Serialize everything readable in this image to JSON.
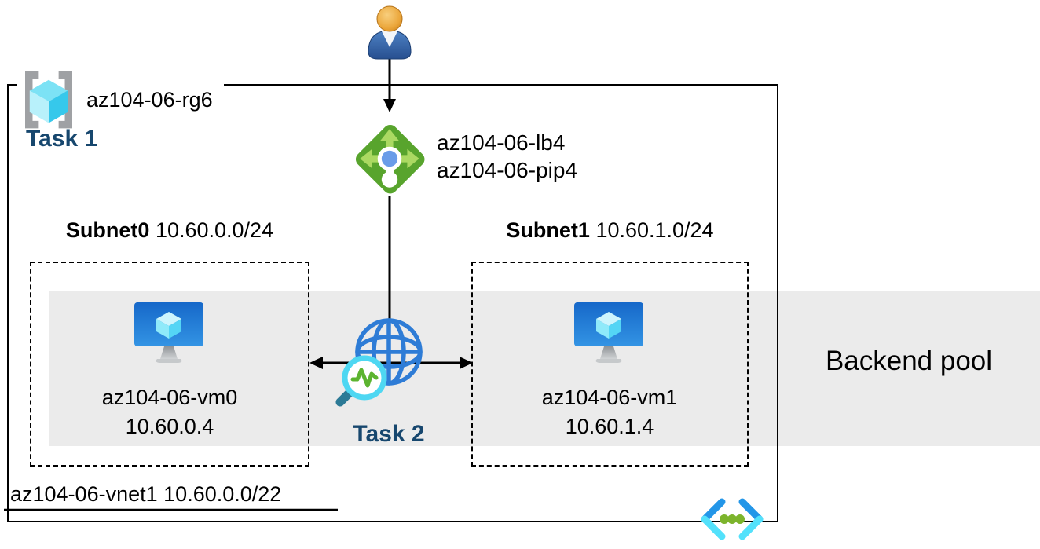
{
  "resource_group": {
    "name": "az104-06-rg6",
    "task": "Task 1"
  },
  "load_balancer": {
    "name": "az104-06-lb4",
    "public_ip_name": "az104-06-pip4"
  },
  "subnets": [
    {
      "name": "Subnet0",
      "cidr": "10.60.0.0/24",
      "vm_name": "az104-06-vm0",
      "vm_ip": "10.60.0.4"
    },
    {
      "name": "Subnet1",
      "cidr": "10.60.1.0/24",
      "vm_name": "az104-06-vm1",
      "vm_ip": "10.60.1.4"
    }
  ],
  "task2": "Task 2",
  "backend_pool": "Backend pool",
  "vnet": {
    "name": "az104-06-vnet1",
    "cidr": "10.60.0.0/22"
  },
  "icons": {
    "user": "user-person-icon",
    "resource_group": "resource-group-brackets-cube-icon",
    "load_balancer": "load-balancer-diamond-icon",
    "vm": "virtual-machine-monitor-icon",
    "task2": "globe-with-monitor-magnifier-icon",
    "vnet": "virtual-network-chevrons-icon"
  },
  "colors": {
    "band_gray": "#ebebeb",
    "task_text_blue": "#17476e",
    "lb_green": "#58a42d",
    "lb_green_light": "#abd962",
    "lb_dot_blue": "#699ce8",
    "vm_monitor_blue": "#1766cc",
    "cube_cyan": "#50e6ff",
    "vnet_chevron_blue": "#2396e8",
    "vnet_chevron_cyan": "#53e1fb",
    "vnet_dot_green": "#7cb42c",
    "user_head_orange": "#e9a33c",
    "user_body_blue": "#3465a4",
    "line_black": "#000000"
  }
}
